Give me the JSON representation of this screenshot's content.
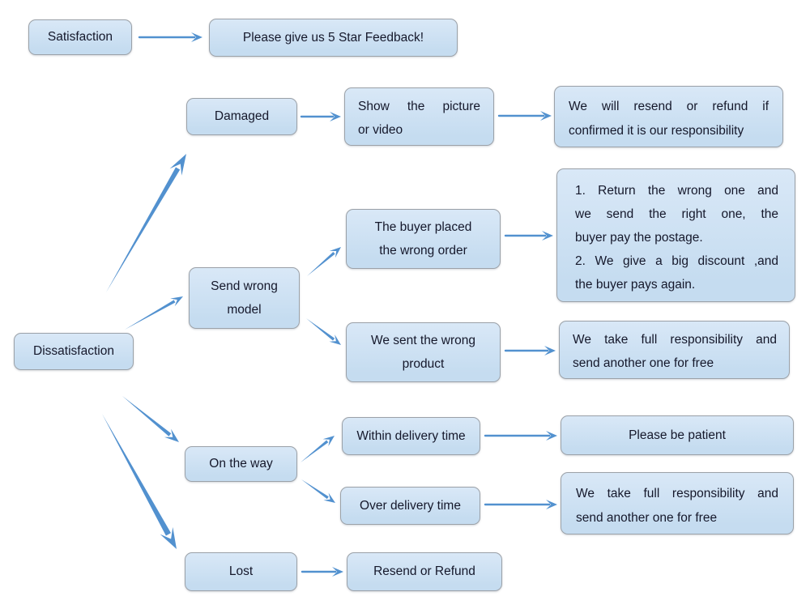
{
  "colors": {
    "box_fill": "#c5dcf0",
    "box_fill_top": "#d9e8f7",
    "box_border": "#9ba1a8",
    "arrow": "#5291cf",
    "text": "#15182b",
    "background": "#ffffff"
  },
  "nodes": {
    "satisfaction": {
      "label": "Satisfaction"
    },
    "feedback": {
      "label": "Please give us 5 Star Feedback!"
    },
    "dissatisfaction": {
      "label": "Dissatisfaction"
    },
    "damaged": {
      "label": "Damaged"
    },
    "show_picture": {
      "lines": [
        "Show the picture",
        "or video"
      ]
    },
    "resend_confirmed": {
      "lines": [
        "We will resend or refund if",
        "confirmed it is our responsibility"
      ]
    },
    "send_wrong_model": {
      "lines": [
        "Send wrong",
        "model"
      ]
    },
    "buyer_wrong_order": {
      "lines": [
        "The buyer placed",
        "the wrong order"
      ]
    },
    "return_options": {
      "lines": [
        "1.  Return the wrong one and",
        "we send the right one, the",
        "buyer pay the postage.",
        "2.  We give a big discount ,and",
        "the buyer pays again."
      ]
    },
    "we_sent_wrong": {
      "lines": [
        "We sent the wrong",
        "product"
      ]
    },
    "full_responsibility_top": {
      "lines": [
        "We take full responsibility and",
        "send another one for free"
      ]
    },
    "on_the_way": {
      "label": "On the way"
    },
    "within_delivery": {
      "label": "Within delivery time"
    },
    "be_patient": {
      "label": "Please be patient"
    },
    "over_delivery": {
      "label": "Over delivery time"
    },
    "full_responsibility_bottom": {
      "lines": [
        "We take full responsibility and",
        "send another one for free"
      ]
    },
    "lost": {
      "label": "Lost"
    },
    "resend_refund": {
      "label": "Resend or Refund"
    }
  },
  "edges": [
    {
      "from": "satisfaction",
      "to": "feedback"
    },
    {
      "from": "dissatisfaction",
      "to": "damaged"
    },
    {
      "from": "dissatisfaction",
      "to": "send_wrong_model"
    },
    {
      "from": "dissatisfaction",
      "to": "on_the_way"
    },
    {
      "from": "dissatisfaction",
      "to": "lost"
    },
    {
      "from": "damaged",
      "to": "show_picture"
    },
    {
      "from": "show_picture",
      "to": "resend_confirmed"
    },
    {
      "from": "send_wrong_model",
      "to": "buyer_wrong_order"
    },
    {
      "from": "send_wrong_model",
      "to": "we_sent_wrong"
    },
    {
      "from": "buyer_wrong_order",
      "to": "return_options"
    },
    {
      "from": "we_sent_wrong",
      "to": "full_responsibility_top"
    },
    {
      "from": "on_the_way",
      "to": "within_delivery"
    },
    {
      "from": "on_the_way",
      "to": "over_delivery"
    },
    {
      "from": "within_delivery",
      "to": "be_patient"
    },
    {
      "from": "over_delivery",
      "to": "full_responsibility_bottom"
    },
    {
      "from": "lost",
      "to": "resend_refund"
    }
  ]
}
